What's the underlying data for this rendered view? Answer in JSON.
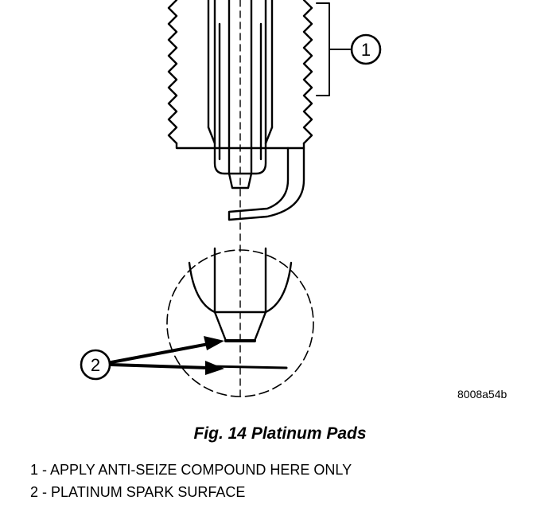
{
  "callouts": {
    "one": "1",
    "two": "2"
  },
  "reference_code": "8008a54b",
  "caption": "Fig. 14 Platinum Pads",
  "legend": [
    {
      "number": "1",
      "separator": " - ",
      "text": "APPLY ANTI-SEIZE COMPOUND HERE ONLY"
    },
    {
      "number": "2",
      "separator": " - ",
      "text": "PLATINUM SPARK SURFACE"
    }
  ]
}
